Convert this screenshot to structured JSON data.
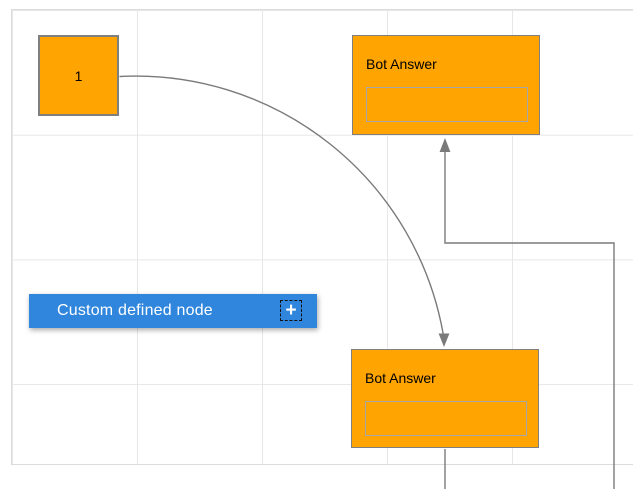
{
  "diagram": {
    "nodes": {
      "numbered_square": {
        "label": "1"
      },
      "bot_answer_top": {
        "title": "Bot Answer",
        "field_value": ""
      },
      "bot_answer_bottom": {
        "title": "Bot Answer",
        "field_value": ""
      },
      "custom_node": {
        "label": "Custom defined node",
        "plus_icon": "+"
      }
    }
  },
  "theme": {
    "node_orange": "#ffa400",
    "node_border_gray": "#7f7f7f",
    "inner_field_border": "#a6a6a6",
    "custom_node_blue": "#2f86dc",
    "custom_node_text": "#ffffff",
    "connector_gray": "#7a7a7a",
    "grid_line": "#e7e7e7",
    "canvas_border": "#dcdcdc",
    "canvas_background": "#ffffff",
    "node_text": "#000000"
  }
}
